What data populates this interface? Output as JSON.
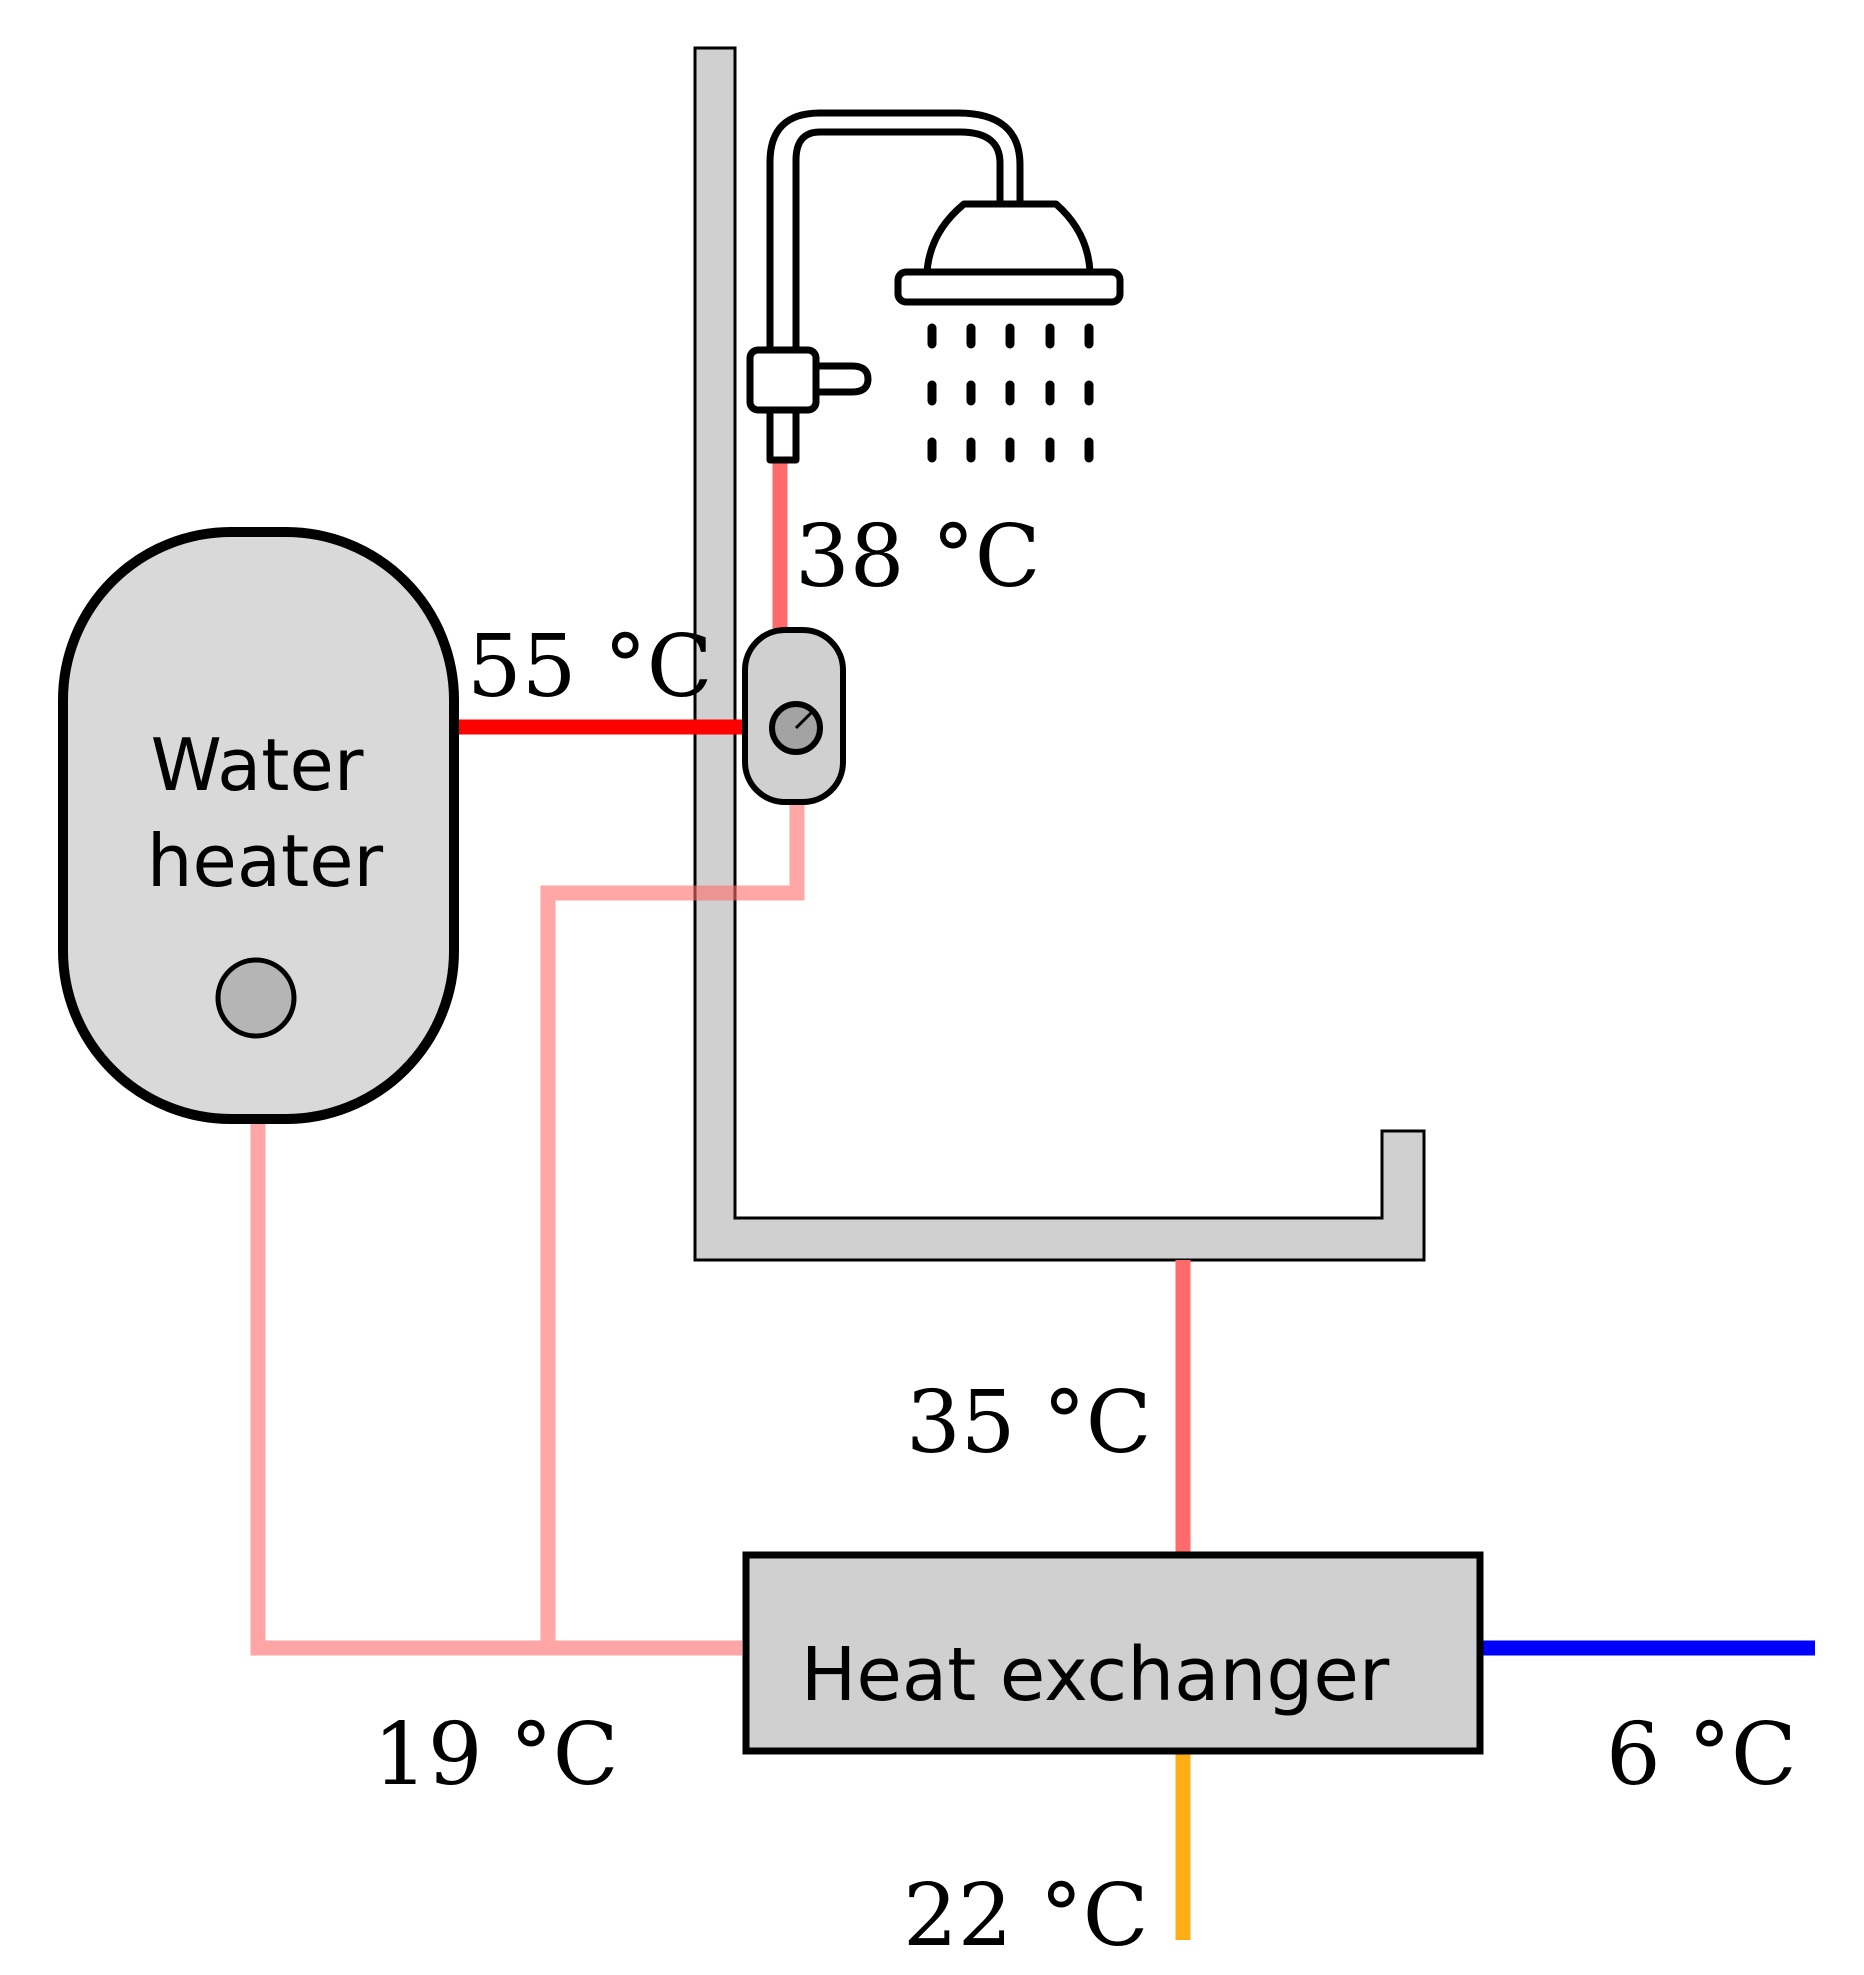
{
  "water_heater": {
    "label_line1": "Water",
    "label_line2": "heater"
  },
  "heat_exchanger": {
    "label": "Heat exchanger"
  },
  "temperatures": {
    "shower_outlet": "38 °C",
    "heater_hot_outlet": "55 °C",
    "drain_outlet": "35 °C",
    "heater_cold_inlet": "19 °C",
    "cold_water_supply": "6 °C",
    "exchanger_drain_outlet": "22 °C"
  },
  "colors": {
    "hot_pipe": "#ff0000",
    "mixed_pipe": "#ff6b6b",
    "preheated_pipe": "#ffa5a5",
    "cold_pipe": "#0000ff",
    "drain_out_pipe": "#ffad14",
    "fixture_fill": "#d0d0d0",
    "outline": "#000000"
  }
}
